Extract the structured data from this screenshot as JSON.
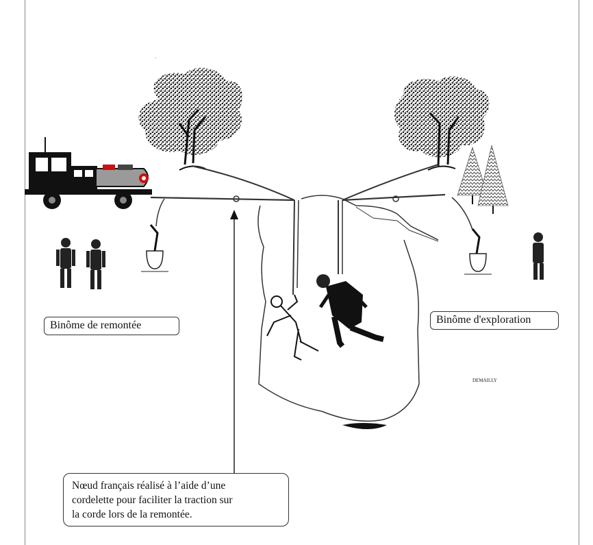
{
  "labels": {
    "ascent_pair": "Binôme de remontée",
    "exploration_pair": "Binôme d'exploration"
  },
  "note": {
    "lines": [
      "Nœud français réalisé à l’aide d’une",
      "cordelette pour faciliter la traction sur",
      "la corde lors de la remontée."
    ]
  },
  "signature": "DEMAILLY",
  "colors": {
    "ink": "#111111",
    "truck_red": "#cc1111",
    "tank": "#9a9a9a",
    "frame": "#888888"
  },
  "icons": [
    "truck-icon",
    "tree-icon",
    "firefighter-icon",
    "victim-icon",
    "rescuer-icon",
    "anchor-stake-icon"
  ]
}
